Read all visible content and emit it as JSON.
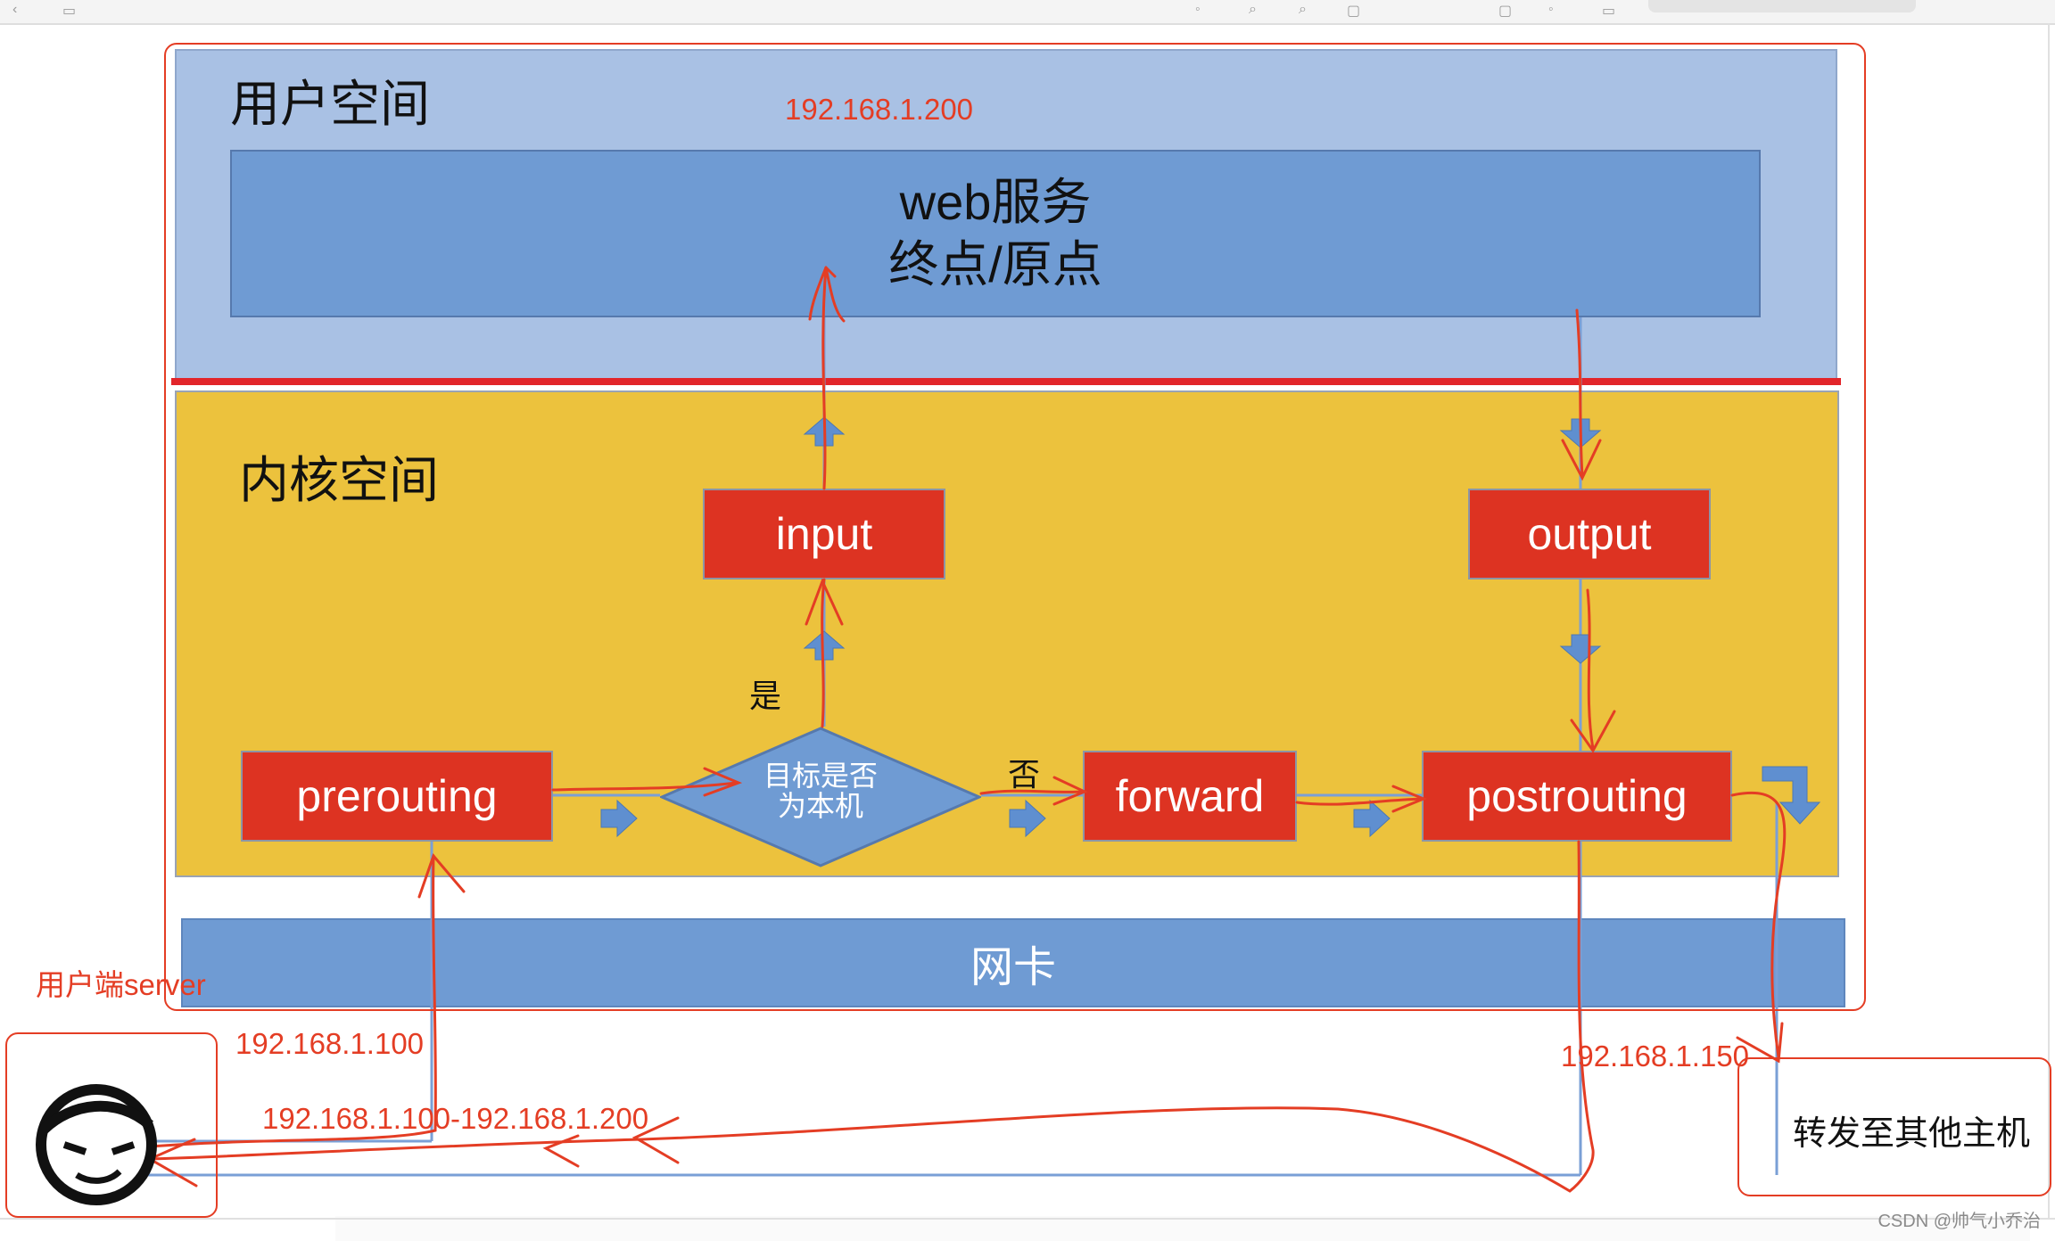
{
  "user_space": {
    "title": "用户空间"
  },
  "web_service": {
    "line1": "web服务",
    "line2": "终点/原点"
  },
  "kernel_space": {
    "title": "内核空间"
  },
  "nodes": {
    "input": "input",
    "output": "output",
    "prerouting": "prerouting",
    "forward": "forward",
    "postrouting": "postrouting"
  },
  "decision": {
    "line1": "目标是否",
    "line2": "为本机",
    "yes": "是",
    "no": "否"
  },
  "nic": {
    "label": "网卡"
  },
  "annotations": {
    "ip_200": "192.168.1.200",
    "client_server": "用户端server",
    "ip_100": "192.168.1.100",
    "ip_range": "192.168.1.100-192.168.1.200",
    "ip_150": "192.168.1.150"
  },
  "forward_target": {
    "label": "转发至其他主机"
  },
  "watermark": "CSDN @帅气小乔治",
  "colors": {
    "user_space": "#a9c1e4",
    "kernel_space": "#ecc23d",
    "node_red": "#dd3322",
    "blue_box": "#6f9bd3",
    "annotation_red": "#e43d24"
  }
}
